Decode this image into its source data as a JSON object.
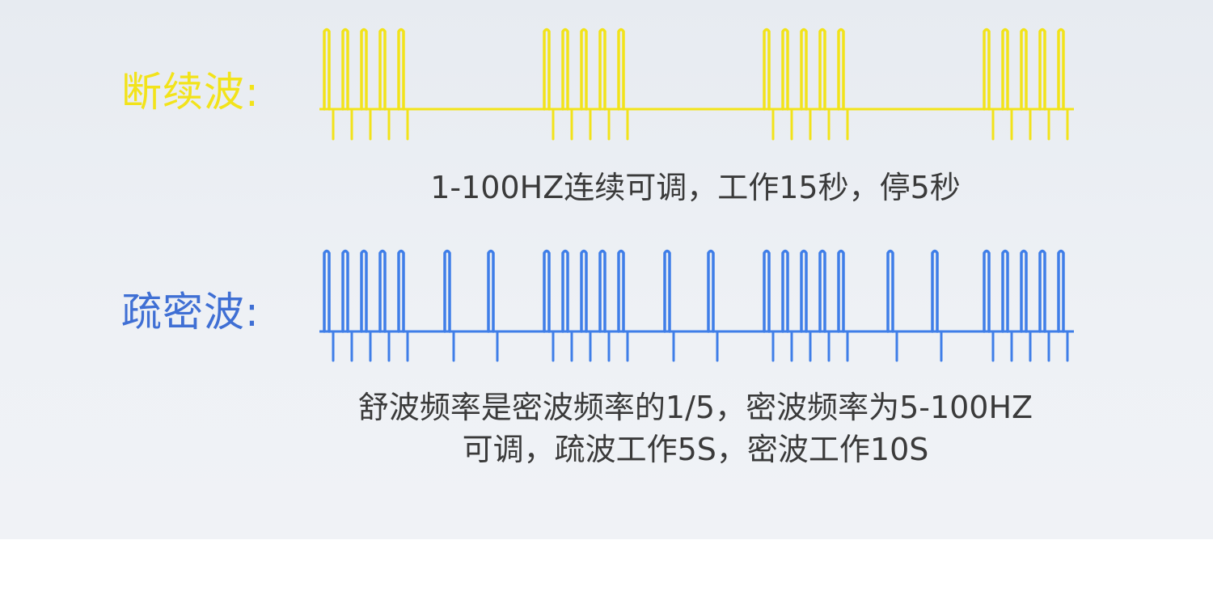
{
  "colors": {
    "yellow": "#f2e31a",
    "blue": "#3f7ee8"
  },
  "intermittent": {
    "label": "断续波:",
    "caption": "1-100HZ连续可调，工作15秒，停5秒"
  },
  "dense_sparse": {
    "label": "疏密波:",
    "caption_line1": "舒波频率是密波频率的1/5，密波频率为5-100HZ",
    "caption_line2": "可调，疏波工作5S，密波工作10S"
  }
}
